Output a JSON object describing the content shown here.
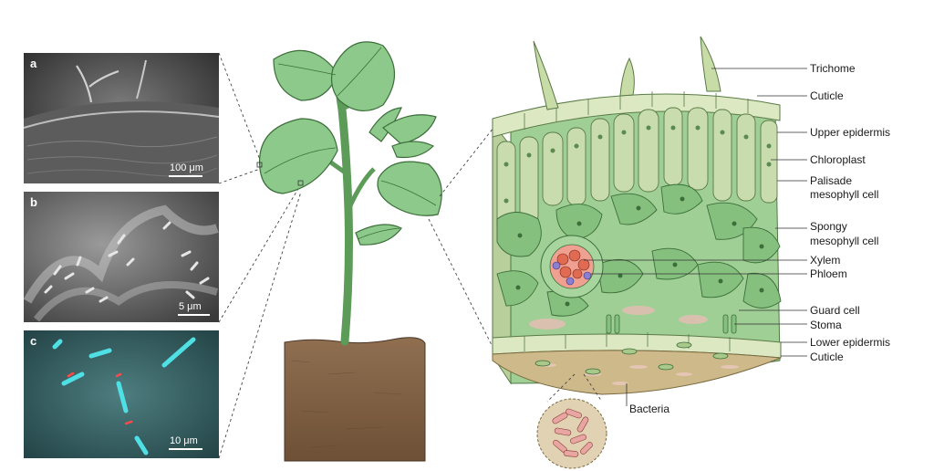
{
  "panels": [
    {
      "letter": "a",
      "scale": "100 μm"
    },
    {
      "letter": "b",
      "scale": "5 μm"
    },
    {
      "letter": "c",
      "scale": "10 μm"
    }
  ],
  "labels": {
    "trichome": "Trichome",
    "cuticle_top": "Cuticle",
    "upper_epidermis": "Upper epidermis",
    "chloroplast": "Chloroplast",
    "palisade_1": "Palisade",
    "palisade_2": "mesophyll cell",
    "spongy_1": "Spongy",
    "spongy_2": "mesophyll cell",
    "xylem": "Xylem",
    "phloem": "Phloem",
    "guard_cell": "Guard cell",
    "stoma": "Stoma",
    "lower_epidermis": "Lower epidermis",
    "cuticle_bottom": "Cuticle",
    "bacteria": "Bacteria"
  },
  "colors": {
    "leaf_green": "#8cc98a",
    "leaf_dark": "#3c6e3a",
    "palisade": "#c9dcae",
    "spongy": "#86c07f",
    "xylem": "#e06a52",
    "phloem": "#8a7fd0",
    "soil": "#8a6b4d",
    "bacteria": "#e8a6a2",
    "lower_surface": "#cdb98a"
  }
}
